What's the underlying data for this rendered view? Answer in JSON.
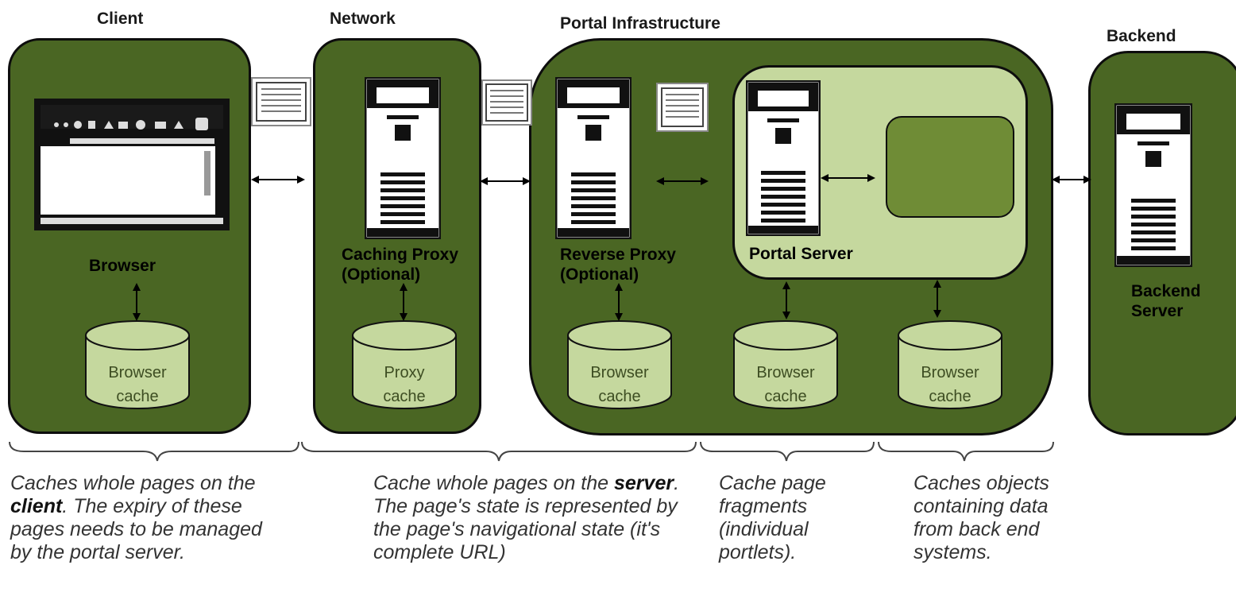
{
  "zones": {
    "client": "Client",
    "network": "Network",
    "portal": "Portal Infrastructure",
    "backend": "Backend"
  },
  "components": {
    "browser": "Browser",
    "caching_proxy": [
      "Caching Proxy",
      "(Optional)"
    ],
    "reverse_proxy": [
      "Reverse Proxy",
      "(Optional)"
    ],
    "portal_server": "Portal Server",
    "backend_server": [
      "Backend",
      "Server"
    ]
  },
  "caches": [
    [
      "Browser",
      "cache"
    ],
    [
      "Proxy",
      "cache"
    ],
    [
      "Browser",
      "cache"
    ],
    [
      "Browser",
      "cache"
    ],
    [
      "Browser",
      "cache"
    ]
  ],
  "captions": {
    "client": {
      "before": "Caches whole pages on the ",
      "bold": "client",
      "after": ". The expiry of these pages needs to be managed by the portal server."
    },
    "server": {
      "before": "Cache whole pages on the ",
      "bold": "server",
      "after": ". The page's state is represented by the page's navigational state (it's complete URL)"
    },
    "fragments": "Cache page fragments (individual portlets).",
    "objects": "Caches objects containing data from back end systems."
  },
  "colors": {
    "zone_fill": "#4a6623",
    "portal_server_fill": "#c5d89e",
    "cache_fill": "#c5d89e",
    "inner_box_fill": "#6f8c36"
  }
}
